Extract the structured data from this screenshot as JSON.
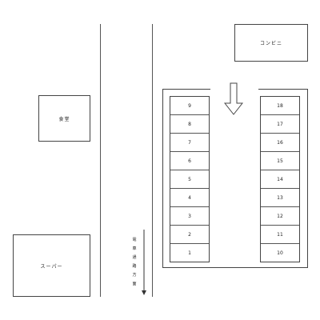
{
  "map": {
    "buildings": {
      "convenience_store": "コンビニ",
      "restaurant": "食堂",
      "supermarket": "スーパー"
    },
    "parking": {
      "left_column": [
        "9",
        "8",
        "7",
        "6",
        "5",
        "4",
        "3",
        "2",
        "1"
      ],
      "right_column": [
        "18",
        "17",
        "16",
        "15",
        "14",
        "13",
        "12",
        "11",
        "10"
      ]
    },
    "direction_label": [
      "電",
      "車",
      "通",
      "路",
      "方",
      "面"
    ],
    "entry_arrow_icon": "down-arrow-icon",
    "direction_arrow_icon": "down-arrow-icon"
  }
}
